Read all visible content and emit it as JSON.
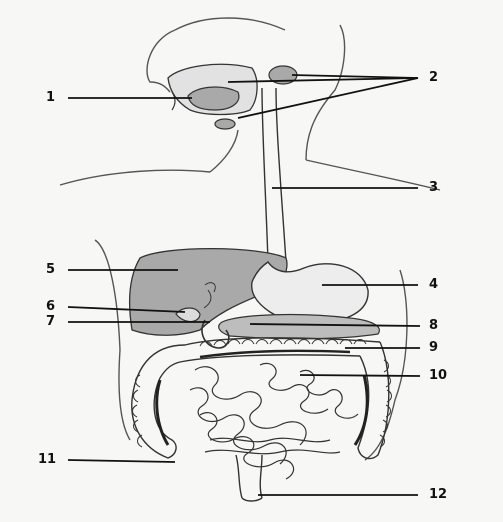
{
  "labels": [
    {
      "id": "l1",
      "text": "1"
    },
    {
      "id": "l2",
      "text": "2"
    },
    {
      "id": "l3",
      "text": "3"
    },
    {
      "id": "l4",
      "text": "4"
    },
    {
      "id": "l5",
      "text": "5"
    },
    {
      "id": "l6",
      "text": "6"
    },
    {
      "id": "l7",
      "text": "7"
    },
    {
      "id": "l8",
      "text": "8"
    },
    {
      "id": "l9",
      "text": "9"
    },
    {
      "id": "l10",
      "text": "10"
    },
    {
      "id": "l11",
      "text": "11"
    },
    {
      "id": "l12",
      "text": "12"
    }
  ],
  "colors": {
    "background": "#f7f7f5",
    "outline": "#333333",
    "organ_fill": "#a9a9a9",
    "light_fill": "#d9d9d9"
  }
}
